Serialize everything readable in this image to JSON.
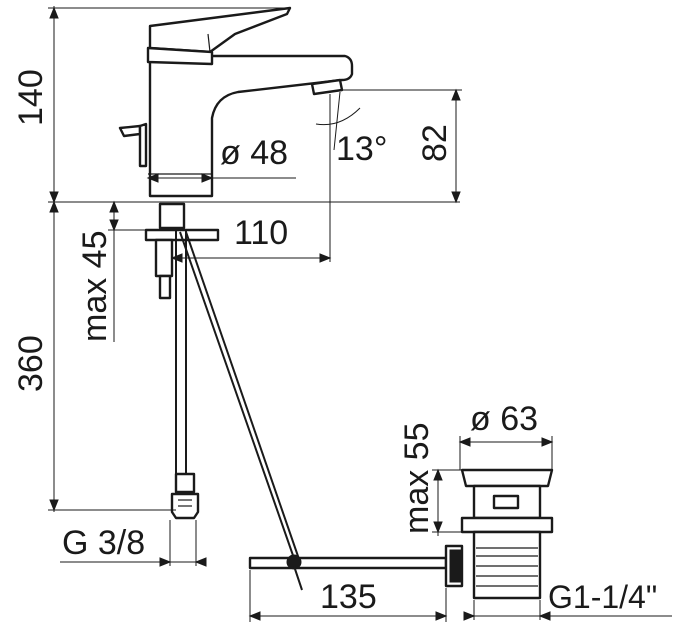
{
  "dimensions": {
    "height_total_top": "140",
    "spout_height": "82",
    "body_diameter": "ø 48",
    "spout_angle": "13°",
    "spout_reach": "110",
    "max_thickness": "max 45",
    "hose_length": "360",
    "hose_thread": "G 3/8",
    "waste_diameter": "ø 63",
    "waste_max_height": "max 55",
    "rod_length": "135",
    "waste_thread": "G1-1/4\""
  }
}
